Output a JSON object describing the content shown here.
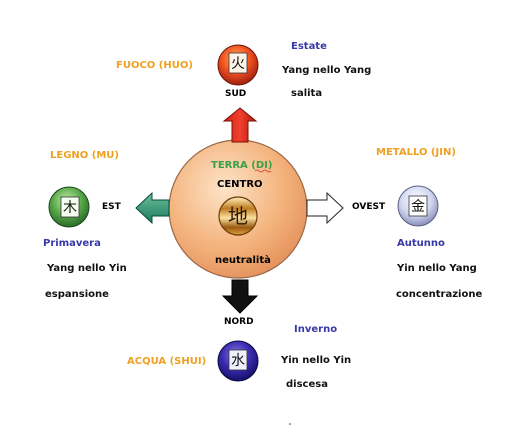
{
  "center": {
    "title": "TERRA (DI)",
    "label": "CENTRO",
    "glyph": "地",
    "bottom": "neutralità"
  },
  "south": {
    "element": "FUOCO (HUO)",
    "glyph": "火",
    "direction": "SUD",
    "season": "Estate",
    "line1": "Yang nello Yang",
    "line2": "salita"
  },
  "north": {
    "element": "ACQUA (SHUI)",
    "glyph": "水",
    "direction": "NORD",
    "season": "Inverno",
    "line1": "Yin nello Yin",
    "line2": "discesa"
  },
  "east": {
    "element": "LEGNO (MU)",
    "glyph": "木",
    "direction": "EST",
    "season": "Primavera",
    "line1": "Yang nello Yin",
    "line2": "espansione"
  },
  "west": {
    "element": "METALLO (JIN)",
    "glyph": "金",
    "direction": "OVEST",
    "season": "Autunno",
    "line1": "Yin nello Yang",
    "line2": "concentrazione"
  },
  "colors": {
    "fire": "#e8401a",
    "water": "#2a2a9a",
    "wood": "#3a8a3a",
    "metal": "#b8c0e0",
    "earth": "#f0b07a"
  }
}
